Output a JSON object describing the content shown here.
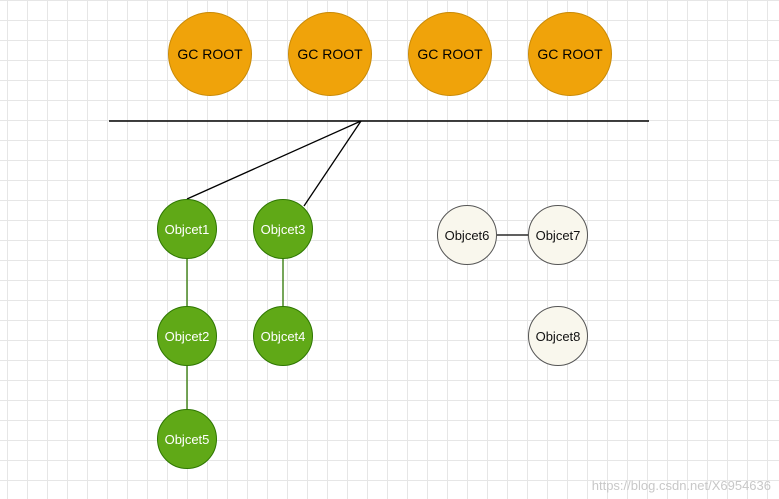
{
  "diagram": {
    "roots": [
      {
        "id": "root1",
        "label": "GC ROOT"
      },
      {
        "id": "root2",
        "label": "GC ROOT"
      },
      {
        "id": "root3",
        "label": "GC ROOT"
      },
      {
        "id": "root4",
        "label": "GC ROOT"
      }
    ],
    "objects": [
      {
        "id": "obj1",
        "label": "Objcet1",
        "status": "reachable"
      },
      {
        "id": "obj2",
        "label": "Objcet2",
        "status": "reachable"
      },
      {
        "id": "obj3",
        "label": "Objcet3",
        "status": "reachable"
      },
      {
        "id": "obj4",
        "label": "Objcet4",
        "status": "reachable"
      },
      {
        "id": "obj5",
        "label": "Objcet5",
        "status": "reachable"
      },
      {
        "id": "obj6",
        "label": "Objcet6",
        "status": "unreachable"
      },
      {
        "id": "obj7",
        "label": "Objcet7",
        "status": "unreachable"
      },
      {
        "id": "obj8",
        "label": "Objcet8",
        "status": "unreachable"
      }
    ],
    "edges": [
      {
        "from": "root-bar",
        "to": "obj1"
      },
      {
        "from": "root-bar",
        "to": "obj3"
      },
      {
        "from": "obj1",
        "to": "obj2"
      },
      {
        "from": "obj2",
        "to": "obj5"
      },
      {
        "from": "obj3",
        "to": "obj4"
      },
      {
        "from": "obj6",
        "to": "obj7"
      }
    ],
    "colors": {
      "root_fill": "#f0a30a",
      "reachable_fill": "#60a917",
      "unreachable_fill": "#f9f7ed",
      "edge": "#000000",
      "grid": "#e6e6e6"
    }
  },
  "watermark": "https://blog.csdn.net/X6954636"
}
